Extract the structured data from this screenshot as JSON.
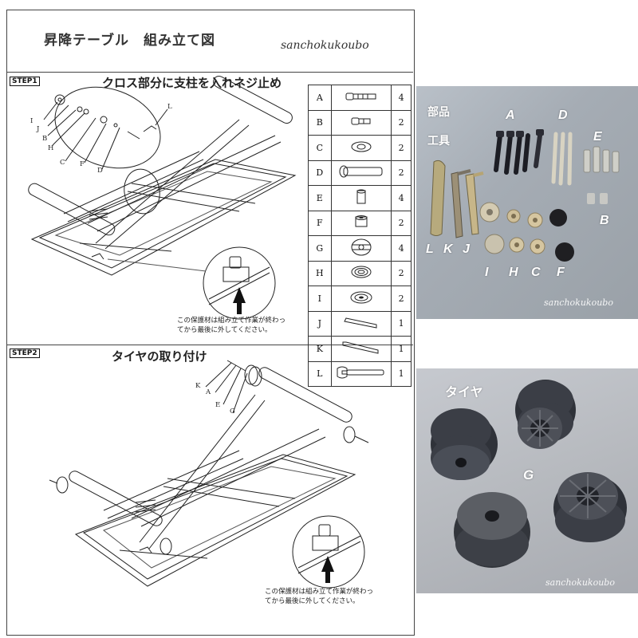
{
  "manual": {
    "title": "昇降テーブル　組み立て図",
    "brand": "sanchokukoubo",
    "step1": {
      "label": "STEP1",
      "title": "クロス部分に支柱を入れネジ止め",
      "callouts": [
        "I",
        "J",
        "B",
        "H",
        "C",
        "F",
        "D",
        "L"
      ],
      "note_line1": "この保護材は組み立て作業が終わっ",
      "note_line2": "てから最後に外してください。"
    },
    "step2": {
      "label": "STEP2",
      "title": "タイヤの取り付け",
      "callouts": [
        "K",
        "A",
        "E",
        "G"
      ],
      "note_line1": "この保護材は組み立て作業が終わっ",
      "note_line2": "てから最後に外してください。"
    },
    "parts": [
      {
        "letter": "A",
        "qty": "4",
        "icon": "long-bolt-icon"
      },
      {
        "letter": "B",
        "qty": "2",
        "icon": "short-bolt-icon"
      },
      {
        "letter": "C",
        "qty": "2",
        "icon": "washer-icon"
      },
      {
        "letter": "D",
        "qty": "2",
        "icon": "pin-icon"
      },
      {
        "letter": "E",
        "qty": "4",
        "icon": "spacer-icon"
      },
      {
        "letter": "F",
        "qty": "2",
        "icon": "collar-icon"
      },
      {
        "letter": "G",
        "qty": "4",
        "icon": "wheel-icon"
      },
      {
        "letter": "H",
        "qty": "2",
        "icon": "ring-washer-icon"
      },
      {
        "letter": "I",
        "qty": "2",
        "icon": "cap-washer-icon"
      },
      {
        "letter": "J",
        "qty": "1",
        "icon": "hex-key-small-icon"
      },
      {
        "letter": "K",
        "qty": "1",
        "icon": "hex-key-large-icon"
      },
      {
        "letter": "L",
        "qty": "1",
        "icon": "wrench-icon"
      }
    ]
  },
  "photo_parts": {
    "label_parts": "部品",
    "label_tools": "工具",
    "letters": {
      "A": "A",
      "D": "D",
      "E": "E",
      "B": "B",
      "L": "L",
      "K": "K",
      "J": "J",
      "I": "I",
      "H": "H",
      "C": "C",
      "F": "F"
    },
    "watermark": "sanchokukoubo"
  },
  "photo_wheels": {
    "label": "タイヤ",
    "letter": "G",
    "watermark": "sanchokukoubo"
  }
}
